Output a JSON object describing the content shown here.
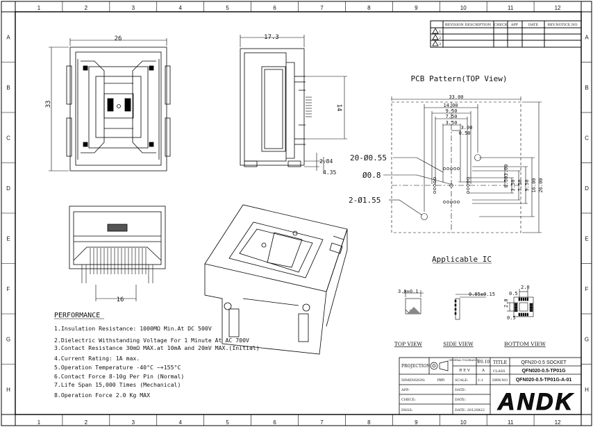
{
  "border": {
    "columns": [
      "1",
      "2",
      "3",
      "4",
      "5",
      "6",
      "7",
      "8",
      "9",
      "10",
      "11",
      "12"
    ],
    "rows": [
      "A",
      "B",
      "C",
      "D",
      "E",
      "F",
      "G",
      "H"
    ]
  },
  "revision_table": {
    "headers": [
      "REVISION DESCRIPTION",
      "CHECK",
      "APP",
      "DATE",
      "REV.NOTICE.NO"
    ],
    "rows": [
      "1",
      "2",
      "3"
    ]
  },
  "top_view": {
    "width_dim": "26",
    "height_dim": "33"
  },
  "side_view": {
    "width_dim": "17.3",
    "height_dim": "14",
    "dim_a": "2.84",
    "dim_b": "4.35"
  },
  "bottom_view": {
    "width_dim": "16"
  },
  "pcb": {
    "title": "PCB Pattern(TOP View)",
    "h_dims": [
      "33.00",
      "14.00",
      "9.50",
      "7.50",
      "3.50",
      "3.00",
      "0.50"
    ],
    "v_dims": [
      "3.00",
      "0.50",
      "3.50",
      "7.50",
      "9.50",
      "16.00",
      "26.00"
    ],
    "callouts": [
      "20-Ø0.55",
      "Ø0.8",
      "2-Ø1.55"
    ]
  },
  "applicable_ic": {
    "title": "Applicable IC",
    "top_dim": "3.0±0.1",
    "side_dim": "0.85±0.15",
    "bottom_dims": [
      "2.0",
      "0.5",
      "2.0",
      "0.5"
    ],
    "labels": [
      "TOP VIEW",
      "SIDE VIEW",
      "BOTTOM VIEW"
    ]
  },
  "performance": {
    "title": "PERFORMANCE",
    "items": [
      "1.Insulation Resistance: 1000MΩ Min.At DC 500V",
      "2.Dielectric Withstanding Voltage For 1 Minute At AC 700V",
      "3.Contact Resistance 30mΩ MAX.at 10mA and 20mV MAX.(Initial)",
      "4.Current Rating: 1A max.",
      "5.Operation Temperature -40°C ~+155°C",
      "6.Contact Force 8-10g Per Pin (Normal)",
      "7.Life Span 15,000 Times (Mechanical)",
      "8.Operation Force 2.0 Kg MAX"
    ]
  },
  "title_block": {
    "projection": "PROJECTION",
    "general_tol": "GENERAL TOLERANCES",
    "tol_value": "±0.10",
    "rev_label": "R E V",
    "rev_value": "A",
    "title_label": "TITLE",
    "title_value": "QFN20-0.5 SOCKET",
    "class_label": "CLASS",
    "class_value": "QFN020-0.5-TP01G",
    "dimension_label": "DIMENSION:",
    "dimension_value": "mm",
    "scale_label": "SCALE:",
    "scale_value": "1:1",
    "dwg_label": "DRW.NO",
    "dwg_value": "QFN020-0.5-TP01G-A-01",
    "app": "APP:",
    "chece": "CHECE:",
    "dsgs": "DSGS:",
    "date1": "DATE:",
    "date2": "DATE:",
    "date3": "DATE: 20120822",
    "logo": "ANDK"
  }
}
